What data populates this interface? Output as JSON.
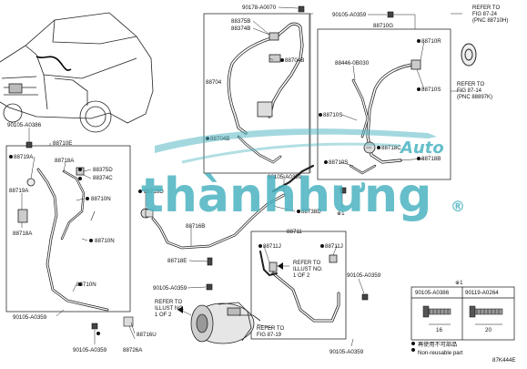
{
  "watermark": {
    "brand": "thànhhưng",
    "mark": "®",
    "small": "Auto",
    "color": "#4bb3c0"
  },
  "figure_code": "87K444E",
  "labels": {
    "p_90178": "90178-A0070",
    "p_88375B": "88375B",
    "p_88374B": "88374B",
    "p_88704B_top": "88704B",
    "p_88704": "88704",
    "p_88704B_bot": "88704B",
    "p_90105_tr": "90105-A0359",
    "p_88710G": "88710G",
    "p_88710R": "88710R",
    "p_88446": "88446-0B030",
    "p_88710S_a": "88710S",
    "p_88710S_b": "88710S",
    "p_88710S_c": "88710S",
    "p_88718C": "88718C",
    "p_88718B": "88718B",
    "p_90105_tl": "90105-A0386",
    "p_88710E": "88710E",
    "p_88719A_top": "88719A",
    "p_88718A": "88718A",
    "p_88375D": "88375D",
    "p_88374C": "88374C",
    "p_88710N_a": "88710N",
    "p_88710N_b": "88710N",
    "p_88710N_c": "88710N",
    "p_88719A_bot": "88719A",
    "p_88718D": "88718D",
    "p_90105_mid": "90105-A0359",
    "p_88738D": "88738D",
    "p_note1": "※1",
    "p_88716B": "88716B",
    "p_88711": "88711",
    "p_88711J_a": "88711J",
    "p_88711J_b": "88711J",
    "p_88718E": "88718E",
    "p_90105_c": "90105-A0359",
    "p_90105_bl1": "90105-A0359",
    "p_90105_bl2": "90105-A0359",
    "p_88716U": "88716U",
    "p_88726A": "88726A",
    "p_90105_br": "90105-A0359",
    "p_90105_brl": "90105-A0359"
  },
  "references": {
    "fig_87_24_a": "REFER TO",
    "fig_87_24_b": "FIG 87-24",
    "fig_87_24_c": "(PNC 88710H)",
    "fig_87_14_a": "REFER TO",
    "fig_87_14_b": "FIG 87-14",
    "fig_87_14_c": "(PNC 88897K)",
    "illust_c_a": "REFER TO",
    "illust_c_b": "ILLUST NO.",
    "illust_c_c": "1 OF 2",
    "illust_l_a": "REFER TO",
    "illust_l_b": "ILLUST NO.",
    "illust_l_c": "1 OF 2",
    "fig_87_19_a": "REFER TO",
    "fig_87_19_b": "FIG 87-19"
  },
  "bolt_table": {
    "note_mark": "※1",
    "col1_part": "90105-A0386",
    "col2_part": "90119-A0264",
    "col1_size": "16",
    "col2_size": "20"
  },
  "legend": {
    "reuse_cn": "再使用不可部品",
    "nonreuse": "Non-reusable part"
  }
}
